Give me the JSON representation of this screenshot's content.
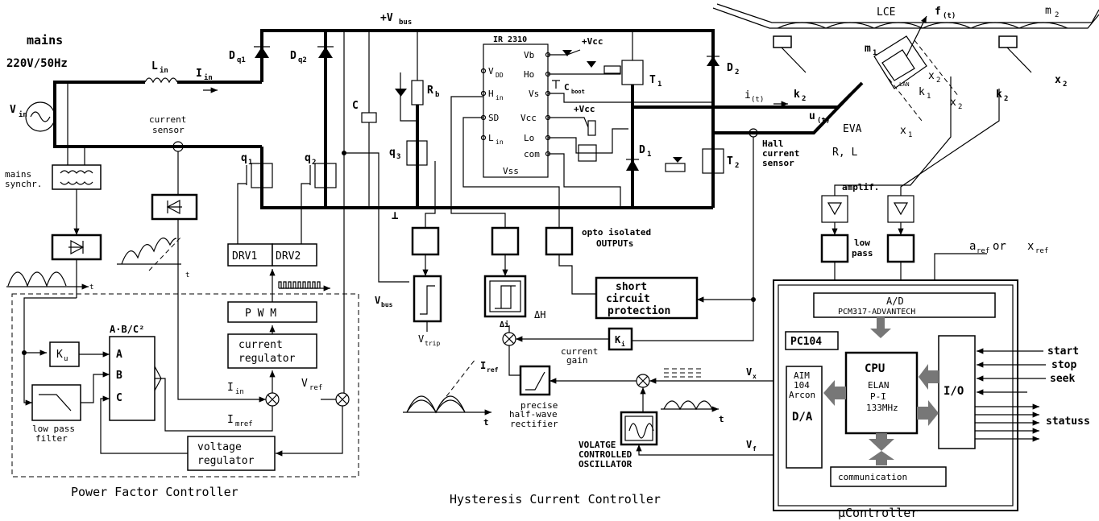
{
  "mains": {
    "title": "mains",
    "rating": "220V/50Hz",
    "vin": "V",
    "vin_sub": "in",
    "lin": "L",
    "lin_sub": "in",
    "iin": "I",
    "iin_sub": "in"
  },
  "sensors": {
    "current_sensor": [
      "current",
      "sensor"
    ],
    "mains_synchr": [
      "mains",
      "synchr."
    ],
    "hall": [
      "Hall",
      "current",
      "sensor"
    ]
  },
  "power": {
    "dq1": "D",
    "dq1_sub": "q1",
    "dq2": "D",
    "dq2_sub": "q2",
    "q1": "q",
    "q1_sub": "1",
    "q2": "q",
    "q2_sub": "2",
    "q3": "q",
    "q3_sub": "3",
    "vbus": "+V",
    "vbus_sub": "bus",
    "c": "C",
    "rb": "R",
    "rb_sub": "b",
    "d1": "D",
    "d1_sub": "1",
    "d2": "D",
    "d2_sub": "2",
    "t1": "T",
    "t1_sub": "1",
    "t2": "T",
    "t2_sub": "2"
  },
  "driver": {
    "chip": "IR 2310",
    "pins_left": [
      "V",
      "H",
      "SD",
      "L"
    ],
    "pins_left_sub": [
      "DD",
      "in",
      "",
      "in"
    ],
    "pins_right": [
      "Vb",
      "Ho",
      "Vs",
      "Vcc",
      "Lo",
      "com"
    ],
    "vss": "Vss",
    "vcc": "+Vcc",
    "cboot": "C",
    "cboot_sub": "boot"
  },
  "load": {
    "lce": "LCE",
    "ft": "f",
    "ft_sub": "(t)",
    "m2": "m",
    "m2_sub": "2",
    "m1": "m",
    "m1_sub": "1",
    "k1": "k",
    "k1_sub": "1",
    "k2": "k",
    "k2_sub": "2",
    "x1": "x",
    "x1_sub": "1",
    "x2": "x",
    "x2_sub": "2",
    "it": "i",
    "it_sub": "(t)",
    "ut": "u",
    "ut_sub": "(t)",
    "eva": "EVA",
    "rl": "R, L",
    "lan": "LAN"
  },
  "pfc": {
    "drv1": "DRV1",
    "drv2": "DRV2",
    "pwm": "P W M",
    "current_regulator": [
      "current",
      "regulator"
    ],
    "voltage_regulator": [
      "voltage",
      "regulator"
    ],
    "ku": "K",
    "ku_sub": "u",
    "abc": "A·B/C²",
    "a": "A",
    "b": "B",
    "c": "C",
    "low_pass": [
      "low pass",
      "filter"
    ],
    "iin_star": "I",
    "iin_star_sub": "in",
    "imref": "I",
    "imref_sub": "mref",
    "vref": "V",
    "vref_sub": "ref",
    "caption": "Power  Factor  Controller"
  },
  "hcc": {
    "vbus_star": "V",
    "vbus_star_sub": "bus",
    "vtrip": "V",
    "vtrip_sub": "trip",
    "dh": "ΔH",
    "di": "Δi",
    "ki": "K",
    "ki_sub": "i",
    "current_gain": [
      "current",
      "gain"
    ],
    "iref": "I",
    "iref_sub": "ref",
    "rectifier": [
      "precise",
      "half-wave",
      "rectifier"
    ],
    "opto": [
      "opto isolated",
      "OUTPUTs"
    ],
    "short_circuit": [
      "short",
      "circuit",
      "protection"
    ],
    "vco": [
      "VOLATGE",
      "CONTROLLED",
      "OSCILLATOR"
    ],
    "vx": "V",
    "vx_sub": "x",
    "vf": "V",
    "vf_sub": "f",
    "caption": "Hysteresis Current Controller",
    "t": "t"
  },
  "uc": {
    "amplif": "amplif.",
    "low_pass": [
      "low",
      "pass"
    ],
    "aref": "a",
    "aref_sub": "ref",
    "or": " or ",
    "xref": "x",
    "xref_sub": "ref",
    "ad": [
      "A/D",
      "PCM317-ADVANTECH"
    ],
    "pc104": "PC104",
    "cpu": [
      "CPU",
      "ELAN",
      "P-I",
      "133MHz"
    ],
    "aim": [
      "AIM",
      "104",
      "Arcon"
    ],
    "da": "D/A",
    "io": "I/O",
    "communication": "communication",
    "inputs": [
      "start",
      "stop",
      "seek"
    ],
    "statuss": "statuss",
    "caption": "μController"
  }
}
